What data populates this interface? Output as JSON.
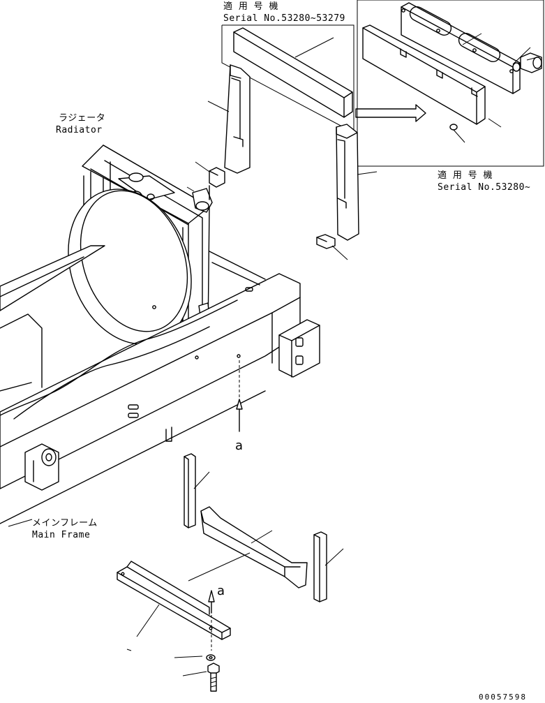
{
  "serial_box_top": {
    "label_jp": "適 用 号 機",
    "label_en": "Serial No.53280~53279"
  },
  "serial_box_right": {
    "label_jp": "適 用 号 機",
    "label_en": "Serial No.53280~"
  },
  "radiator": {
    "label_jp": "ラジェータ",
    "label_en": "Radiator"
  },
  "main_frame": {
    "label_jp": "メインフレーム",
    "label_en": "Main Frame"
  },
  "view_markers": {
    "upper": "a",
    "lower": "a"
  },
  "drawing_code": "00057598"
}
